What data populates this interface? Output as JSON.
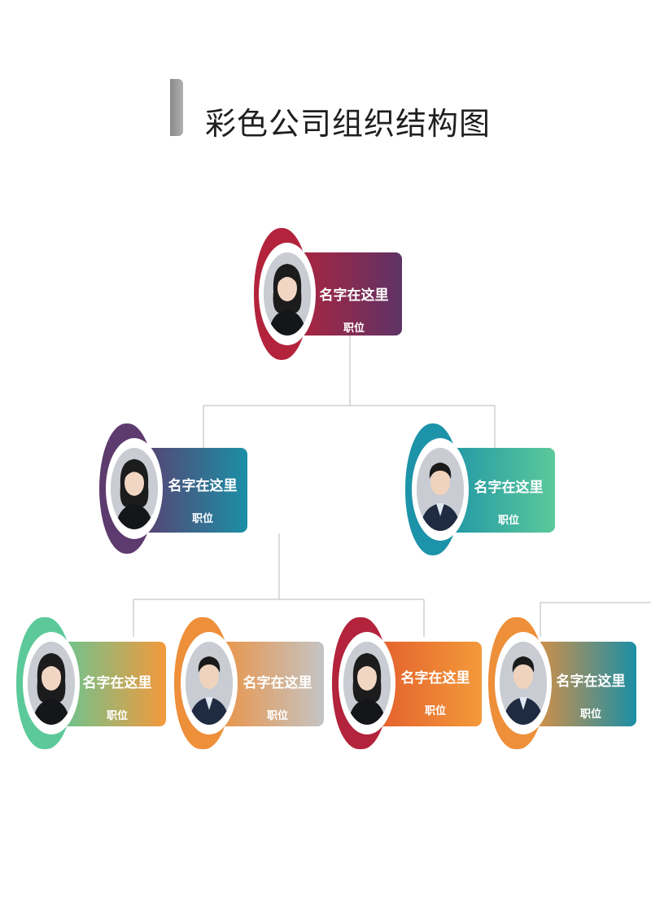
{
  "title": "彩色公司组织结构图",
  "nodes": [
    {
      "id": "ceo",
      "name": "名字在这里",
      "role": "职位",
      "icon": "avatar-female-icon",
      "ring": "#b3233b",
      "grad": [
        "#b3233b",
        "#5e3366"
      ]
    },
    {
      "id": "l2-left",
      "name": "名字在这里",
      "role": "职位",
      "icon": "avatar-female-icon",
      "ring": "#5e3b6e",
      "grad": [
        "#5e3b6e",
        "#1b8fa6"
      ]
    },
    {
      "id": "l2-right",
      "name": "名字在这里",
      "role": "职位",
      "icon": "avatar-male-icon",
      "ring": "#1c93a8",
      "grad": [
        "#1c93a8",
        "#5cc99a"
      ]
    },
    {
      "id": "l3-1",
      "name": "名字在这里",
      "role": "职位",
      "icon": "avatar-female-icon",
      "ring": "#5cc99a",
      "grad": [
        "#5cc99a",
        "#f3993b"
      ]
    },
    {
      "id": "l3-2",
      "name": "名字在这里",
      "role": "职位",
      "icon": "avatar-male-icon",
      "ring": "#ee8f3a",
      "grad": [
        "#ee8f3a",
        "#c4c4c4"
      ]
    },
    {
      "id": "l3-3",
      "name": "名字在这里",
      "role": "职位",
      "icon": "avatar-female-icon",
      "ring": "#b3233b",
      "grad": [
        "#e25a2c",
        "#f39a3a"
      ]
    },
    {
      "id": "l3-4",
      "name": "名字在这里",
      "role": "职位",
      "icon": "avatar-male-icon",
      "ring": "#ee8f3a",
      "grad": [
        "#ee8f3a",
        "#1b8fa6"
      ]
    }
  ]
}
